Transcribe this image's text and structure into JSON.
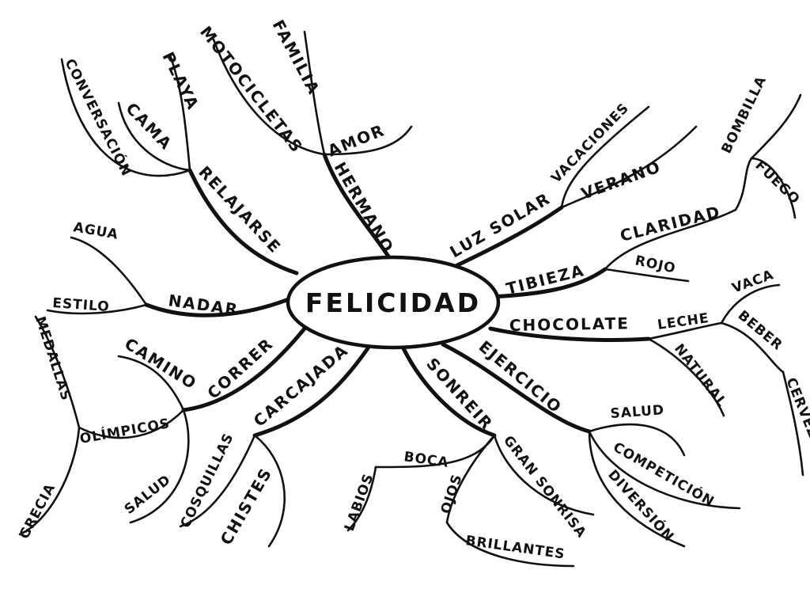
{
  "center": "FELICIDAD",
  "labels": {
    "familia": "FAMILIA",
    "motocicletas": "MOTOCICLETAS",
    "amor": "AMOR",
    "hermano": "HERMANO",
    "playa": "PLAYA",
    "conversacion": "CONVERSACIÓN",
    "cama": "CAMA",
    "relajarse": "RELAJARSE",
    "agua": "AGUA",
    "estilo": "ESTILO",
    "nadar": "NADAR",
    "medallas": "MEDALLAS",
    "olimpicos": "OLÍMPICOS",
    "grecia": "GRECIA",
    "camino": "CAMINO",
    "correr": "CORRER",
    "salud_left": "SALUD",
    "carcajada": "CARCAJADA",
    "cosquillas": "COSQUILLAS",
    "chistes": "CHISTES",
    "sonreir": "SONREIR",
    "boca": "BOCA",
    "labios": "LABIOS",
    "ojos": "OJOS",
    "brillantes": "BRILLANTES",
    "gran_sonrisa": "GRAN SONRISA",
    "ejercicio": "EJERCICIO",
    "salud_right": "SALUD",
    "competicion": "COMPETICIÓN",
    "diversion": "DIVERSIÓN",
    "chocolate": "CHOCOLATE",
    "leche": "LECHE",
    "natural": "NATURAL",
    "vaca": "VACA",
    "beber": "BEBER",
    "cerveza": "CERVEZA",
    "tibieza": "TIBIEZA",
    "claridad": "CLARIDAD",
    "rojo": "ROJO",
    "bombilla": "BOMBILLA",
    "fuego": "FUEGO",
    "luz_solar": "LUZ SOLAR",
    "vacaciones": "VACACIONES",
    "verano": "VERANO"
  }
}
